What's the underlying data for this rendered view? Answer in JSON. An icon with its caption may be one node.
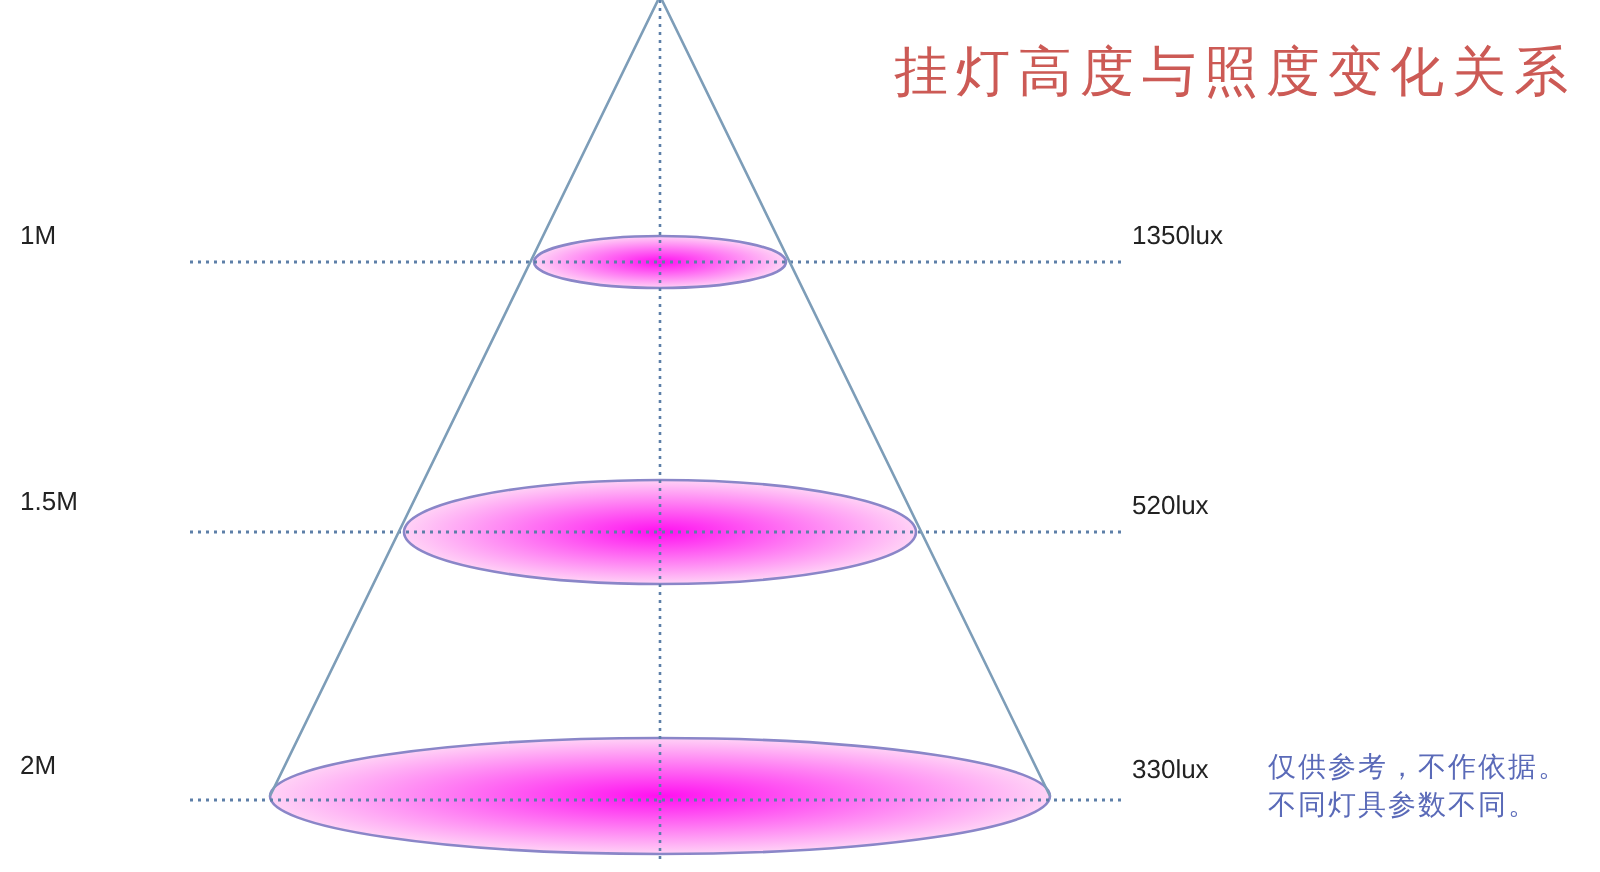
{
  "diagram": {
    "title": "挂灯高度与照度变化关系",
    "labels": [
      "1M",
      "1350lux",
      "1.5M",
      "520lux",
      "2M",
      "330lux",
      "仅供参考，不作依据。",
      "不同灯具参数不同。"
    ]
  }
}
